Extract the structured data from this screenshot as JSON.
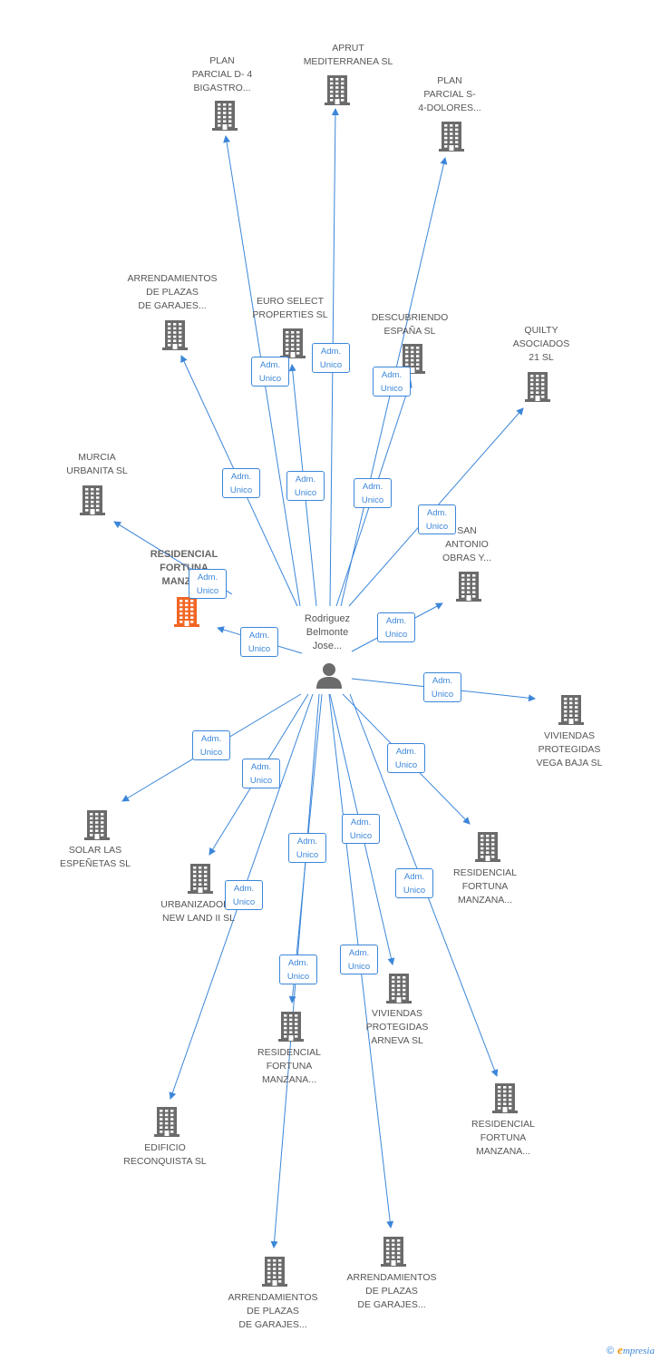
{
  "center": {
    "name": "Rodriguez\nBelmonte\nJose...",
    "icon": "person-icon"
  },
  "role_label": "Adm.\nUnico",
  "colors": {
    "edge": "#3b86d9",
    "building": "#6b6b6b",
    "highlight": "#f26522",
    "text": "#555555"
  },
  "companies": [
    {
      "name": "PLAN\nPARCIAL D- 4\nBIGASTRO...",
      "highlight": false
    },
    {
      "name": "APRUT\nMEDITERRANEA SL",
      "highlight": false
    },
    {
      "name": "PLAN\nPARCIAL S-\n4-DOLORES...",
      "highlight": false
    },
    {
      "name": "ARRENDAMIENTOS\nDE PLAZAS\nDE GARAJES...",
      "highlight": false
    },
    {
      "name": "EURO SELECT\nPROPERTIES SL",
      "highlight": false
    },
    {
      "name": "DESCUBRIENDO\nESPAÑA SL",
      "highlight": false
    },
    {
      "name": "QUILTY\nASOCIADOS\n21 SL",
      "highlight": false
    },
    {
      "name": "MURCIA\nURBANITA SL",
      "highlight": false
    },
    {
      "name": "RESIDENCIAL\nFORTUNA\nMANZA...",
      "highlight": true
    },
    {
      "name": "SAN\nANTONIO\nOBRAS Y...",
      "highlight": false
    },
    {
      "name": "VIVIENDAS\nPROTEGIDAS\nVEGA BAJA SL",
      "highlight": false
    },
    {
      "name": "SOLAR LAS\nESPEÑETAS SL",
      "highlight": false
    },
    {
      "name": "URBANIZADORA\nNEW LAND II SL",
      "highlight": false
    },
    {
      "name": "RESIDENCIAL\nFORTUNA\nMANZANA...",
      "highlight": false
    },
    {
      "name": "VIVIENDAS\nPROTEGIDAS\nARNEVA SL",
      "highlight": false
    },
    {
      "name": "RESIDENCIAL\nFORTUNA\nMANZANA...",
      "highlight": false
    },
    {
      "name": "RESIDENCIAL\nFORTUNA\nMANZANA...",
      "highlight": false
    },
    {
      "name": "EDIFICIO\nRECONQUISTA SL",
      "highlight": false
    },
    {
      "name": "ARRENDAMIENTOS\nDE PLAZAS\nDE GARAJES...",
      "highlight": false
    },
    {
      "name": "ARRENDAMIENTOS\nDE PLAZAS\nDE GARAJES...",
      "highlight": false
    }
  ],
  "brand": {
    "copyright": "©",
    "name_initial": "e",
    "name_rest": "mpresia"
  }
}
